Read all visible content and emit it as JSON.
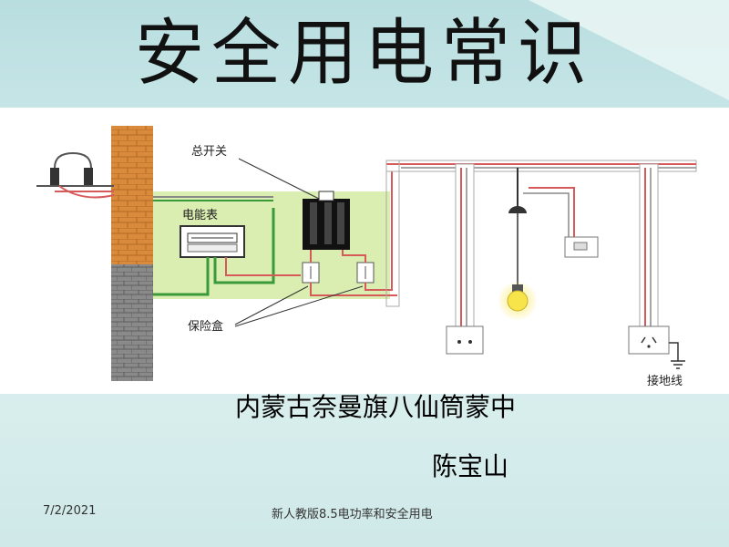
{
  "slide": {
    "title": "安全用电常识",
    "subtitle_line1": "内蒙古奈曼旗八仙筒蒙中",
    "subtitle_line2": "陈宝山",
    "footer_date": "7/2/2021",
    "footer_title": "新人教版8.5电功率和安全用电"
  },
  "diagram": {
    "labels": {
      "main_switch": "总开关",
      "meter": "电能表",
      "fuse_box": "保险盒",
      "ground_wire": "接地线"
    },
    "colors": {
      "brick": "#d98a3a",
      "green_wire": "#3a9a3a",
      "red_wire": "#d65a5a",
      "bulb": "#f7e34a",
      "highlight_panel": "#d9eeb0"
    }
  }
}
